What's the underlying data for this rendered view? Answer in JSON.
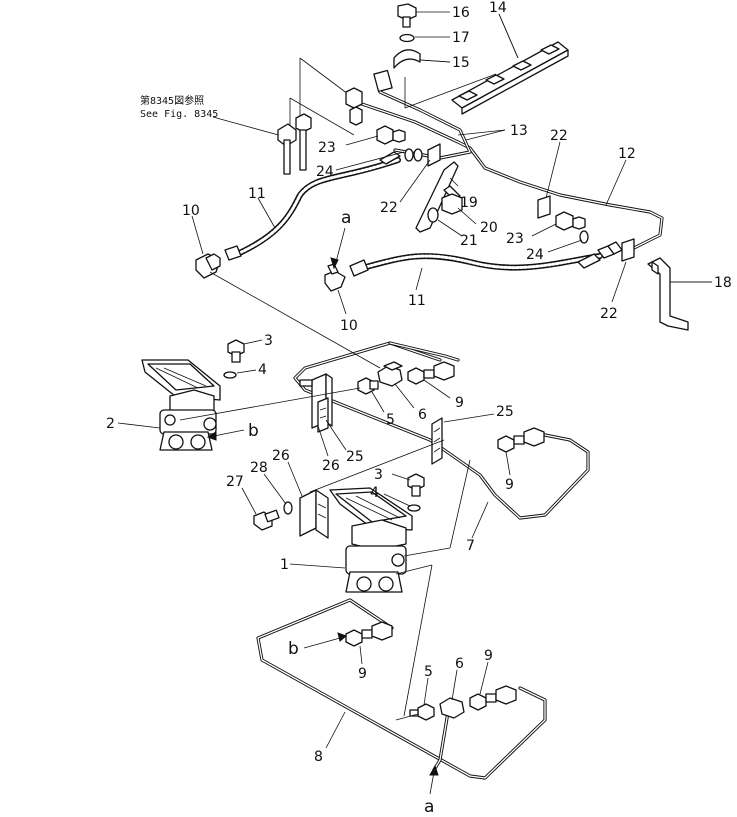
{
  "reference_note": {
    "line1": "第8345図参照",
    "line2": "See Fig. 8345"
  },
  "callouts": {
    "n1": "1",
    "n2": "2",
    "n3a": "3",
    "n3b": "3",
    "n4a": "4",
    "n4b": "4",
    "n5a": "5",
    "n5b": "5",
    "n6a": "6",
    "n6b": "6",
    "n7": "7",
    "n8": "8",
    "n9a": "9",
    "n9b": "9",
    "n9c": "9",
    "n9d": "9",
    "n10a": "10",
    "n10b": "10",
    "n11a": "11",
    "n11b": "11",
    "n12": "12",
    "n13": "13",
    "n14": "14",
    "n15": "15",
    "n16": "16",
    "n17": "17",
    "n18": "18",
    "n19": "19",
    "n20": "20",
    "n21": "21",
    "n22a": "22",
    "n22b": "22",
    "n22c": "22",
    "n23a": "23",
    "n23b": "23",
    "n24a": "24",
    "n24b": "24",
    "n25a": "25",
    "n25b": "25",
    "n26a": "26",
    "n26b": "26",
    "n27": "27",
    "n28": "28"
  },
  "connection_marks": {
    "a_top": "a",
    "a_bottom": "a",
    "b_upper": "b",
    "b_lower": "b"
  }
}
